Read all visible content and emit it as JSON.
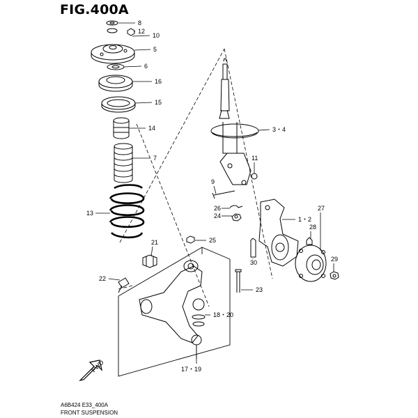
{
  "figure": {
    "title": "FIG.400A"
  },
  "footer": {
    "code": "A6B424 E33_400A",
    "title": "FRONT SUSPENSION"
  },
  "direction_label": "FWD",
  "callouts": [
    "8",
    "12",
    "10",
    "5",
    "6",
    "16",
    "15",
    "14",
    "7",
    "13",
    "3・4",
    "11",
    "9",
    "26",
    "24",
    "1・2",
    "27",
    "28",
    "21",
    "25",
    "22",
    "30",
    "29",
    "23",
    "18・20",
    "17・19"
  ]
}
